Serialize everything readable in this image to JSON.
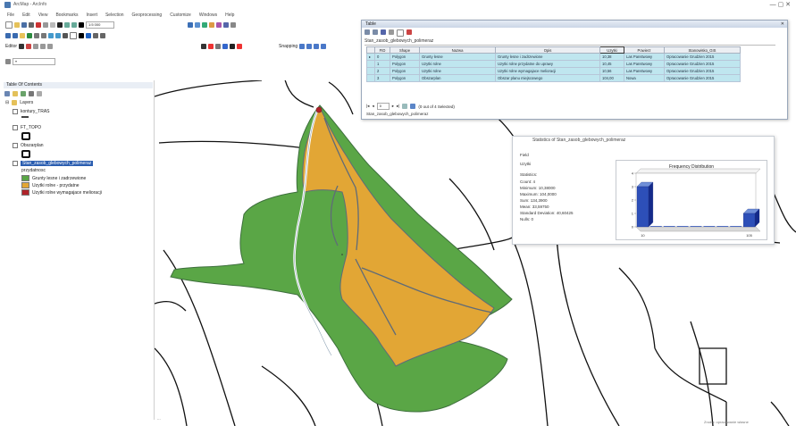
{
  "app": {
    "title": "ArcMap - ArcInfo"
  },
  "menu": [
    "File",
    "Edit",
    "View",
    "Bookmarks",
    "Insert",
    "Selection",
    "Geoprocessing",
    "Customize",
    "Windows",
    "Help"
  ],
  "toolbar": {
    "scale": "1:5 000",
    "editor_label": "Editor",
    "snapping_label": "Snapping"
  },
  "toc": {
    "title": "Table Of Contents",
    "root": "Layers",
    "layers": [
      {
        "name": "kontury_TRAS",
        "sub": ""
      },
      {
        "name": "FT_TOPO",
        "sub": ""
      },
      {
        "name": "Obszarplan",
        "sub": ""
      },
      {
        "name": "Stan_zasob_glebowych_polimeraz",
        "sub": "przydatnosc"
      }
    ],
    "legend": [
      {
        "label": "Grunty lesne i zadrzewione",
        "color": "#5aa646"
      },
      {
        "label": "Uzytki rolne - przydatne",
        "color": "#e2a635"
      },
      {
        "label": "Uzytki rolne wymagajace melioracji",
        "color": "#b0232a"
      }
    ]
  },
  "table": {
    "title": "Table",
    "layer_tab": "Stan_zasob_glebowych_polimeraz",
    "columns": [
      "FID",
      "Shape",
      "Nazwa",
      "Opis",
      "Uzytki",
      "Powierz",
      "Stanowisko_GIS"
    ],
    "rows": [
      [
        "0",
        "Polygon",
        "Grunty lesne",
        "Grunty lesne i zadrzewione",
        "10,38",
        "Las Panstwowy",
        "Opracowanie Grudzien 2015"
      ],
      [
        "1",
        "Polygon",
        "Uzytki rolne",
        "Uzytki rolne przydatne do uprawy",
        "10,45",
        "Las Panstwowy",
        "Opracowanie Grudzien 2015"
      ],
      [
        "2",
        "Polygon",
        "Uzytki rolne",
        "Uzytki rolne wymagajace melioracji",
        "10,56",
        "Las Panstwowy",
        "Opracowanie Grudzien 2015"
      ],
      [
        "3",
        "Polygon",
        "Obszarplan",
        "Obszar planu miejscowego",
        "104,00",
        "Nowa",
        "Opracowanie Grudzien 2015"
      ]
    ],
    "nav_count": "0",
    "nav_label": "(0 out of 4 Selected)",
    "footer": "Stan_zasob_glebowych_polimeraz"
  },
  "stats": {
    "title": "Statistics of Stan_zasob_glebowych_polimeraz",
    "field_label": "Field",
    "field_value": "Uzytki",
    "section": "Statistics:",
    "lines": [
      "Count: 4",
      "Minimum: 10,38000",
      "Maximum: 104,0000",
      "Sum: 134,3900",
      "Mean: 33,59750",
      "Standard Deviation: 40,60425",
      "Nulls: 0"
    ]
  },
  "chart_data": {
    "type": "bar",
    "title": "Frequency Distribution",
    "categories": [
      "10,38",
      "104,00"
    ],
    "series": [
      {
        "values": [
          3,
          0,
          0,
          0,
          0,
          0,
          0,
          0,
          1
        ]
      }
    ],
    "x_tick_labels": [
      "10",
      "105"
    ],
    "ylim": [
      0,
      4
    ],
    "y_ticks": [
      0,
      1,
      2,
      3,
      4
    ],
    "grid": false
  },
  "statusbar": {
    "text": "..."
  },
  "credit": {
    "text": "Zrodlo: opracowanie wlasne"
  }
}
